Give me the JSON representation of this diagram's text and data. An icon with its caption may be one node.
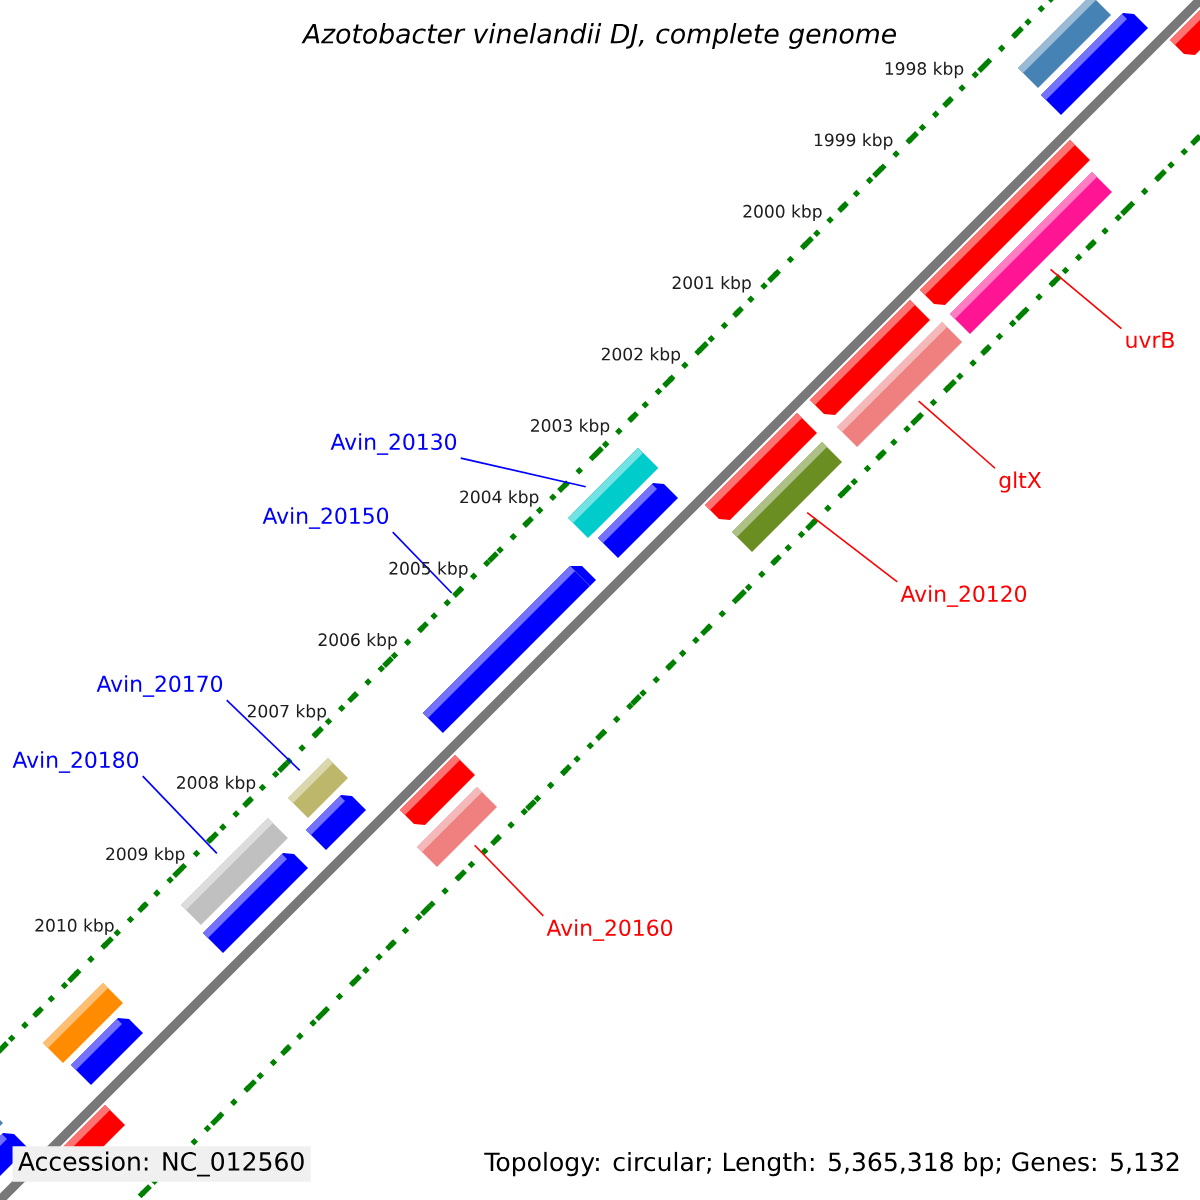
{
  "diagram": {
    "title": "Azotobacter vinelandii DJ, complete genome",
    "nodes": [
      {
        "text": [
          "uvrB"
        ]
      },
      {
        "text": [
          "Avin_20130"
        ]
      },
      {
        "text": [
          "gltX"
        ]
      },
      {
        "text": [
          "Avin_20150"
        ]
      },
      {
        "text": [
          "Avin_20120"
        ]
      },
      {
        "text": [
          "Avin_20170"
        ]
      },
      {
        "text": [
          "Avin_20180"
        ]
      },
      {
        "text": [
          "Avin_20160"
        ]
      },
      {
        "text": [],
        "shape": "bar"
      },
      {
        "text": [],
        "shape": "bar"
      },
      {
        "text": [],
        "shape": "bar"
      },
      {
        "text": [],
        "shape": "bar"
      },
      {
        "text": [],
        "shape": "bar"
      },
      {
        "text": [],
        "shape": "bar"
      },
      {
        "text": [],
        "shape": "bar"
      },
      {
        "text": [],
        "shape": "bar"
      }
    ],
    "edges": [
      {
        "from": 0,
        "to": 8,
        "arrow": "none",
        "color": "#ff0000"
      },
      {
        "from": 1,
        "to": 9,
        "arrow": "none",
        "color": "#0000ff"
      },
      {
        "from": 2,
        "to": 10,
        "arrow": "none",
        "color": "#ff0000"
      },
      {
        "from": 3,
        "to": 11,
        "arrow": "none",
        "color": "#0000ff"
      },
      {
        "from": 4,
        "to": 12,
        "arrow": "none",
        "color": "#ff0000"
      },
      {
        "from": 5,
        "to": 13,
        "arrow": "none",
        "color": "#0000ff"
      },
      {
        "from": 6,
        "to": 14,
        "arrow": "none",
        "color": "#0000ff"
      },
      {
        "from": 7,
        "to": 15,
        "arrow": "none",
        "color": "#ff0000"
      }
    ],
    "labels": [
      "1998 kbp",
      "1999 kbp",
      "2000 kbp",
      "2001 kbp",
      "2002 kbp",
      "2003 kbp",
      "2004 kbp",
      "2005 kbp",
      "2006 kbp",
      "2007 kbp",
      "2008 kbp",
      "2009 kbp",
      "2010 kbp",
      "Accession: NC_012560",
      "Topology: circular; Length: 5,365,318 bp; Genes: 5,132"
    ]
  }
}
